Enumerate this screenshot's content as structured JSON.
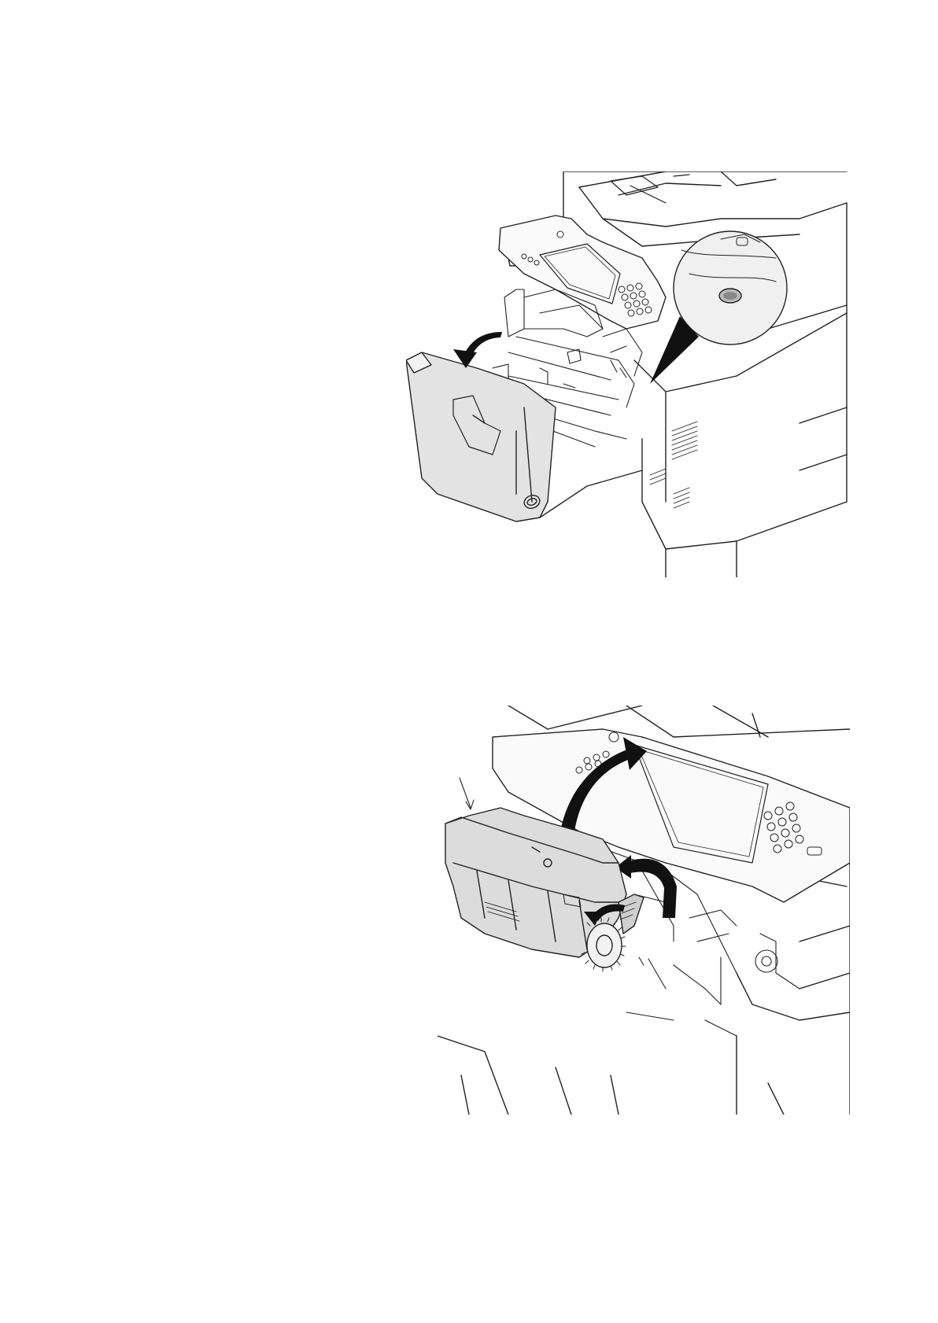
{
  "page": {
    "figures": [
      {
        "name": "front-cover-opening-illustration",
        "icon": "printer-front-cover-open"
      },
      {
        "name": "toner-container-removal-illustration",
        "icon": "toner-container-removal"
      }
    ]
  },
  "colors": {
    "line": "#222222",
    "cover_fill": "#e2e2e2",
    "toner_fill": "#d9d9d9",
    "arrow": "#111111",
    "background": "#ffffff"
  }
}
